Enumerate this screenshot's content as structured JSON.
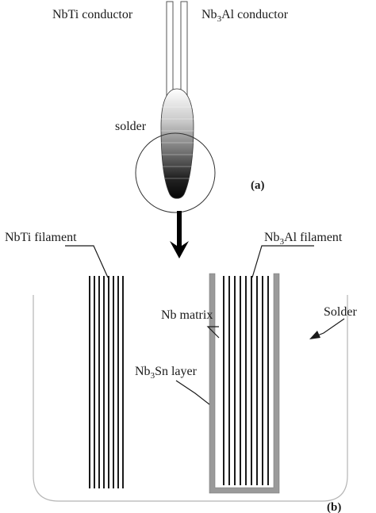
{
  "panel_a": {
    "nbti_conductor_label": "NbTi conductor",
    "nb3al_conductor": {
      "prefix": "Nb",
      "sub": "3",
      "suffix": "Al conductor"
    },
    "solder_label": "solder",
    "panel_label": "(a)"
  },
  "panel_b": {
    "nbti_filament_label": "NbTi filament",
    "nb3al_filament": {
      "prefix": "Nb",
      "sub": "3",
      "suffix": "Al filament"
    },
    "nb_matrix_label": "Nb matrix",
    "nb3sn_layer": {
      "prefix": "Nb",
      "sub": "3",
      "suffix": "Sn layer"
    },
    "solder_label": "Solder",
    "panel_label": "(b)"
  },
  "colors": {
    "ink": "#1a1a1a",
    "nb_matrix_gray": "#9a9a9a",
    "outline_gray": "#b5b5b5"
  }
}
